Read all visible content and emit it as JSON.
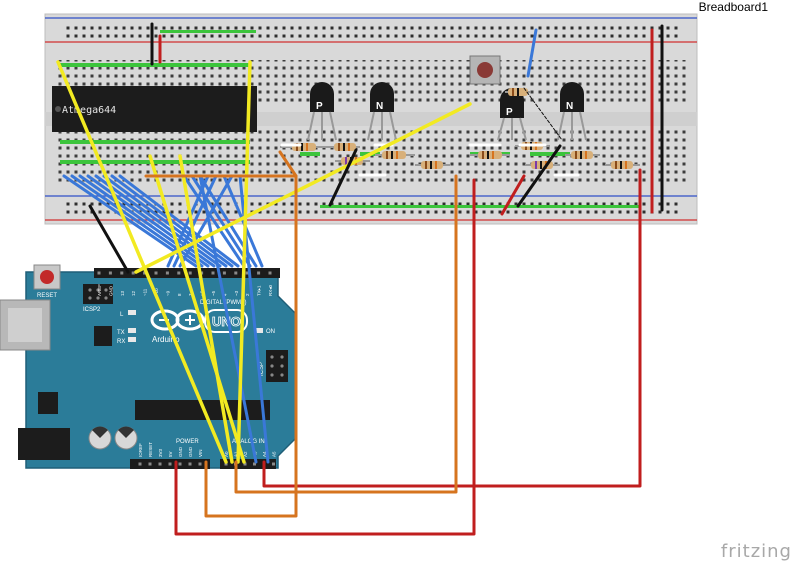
{
  "breadboard": {
    "title": "Breadboard1"
  },
  "chip": {
    "label": "Atmega644"
  },
  "transistors": [
    {
      "label": "P"
    },
    {
      "label": "N"
    },
    {
      "label": "P"
    },
    {
      "label": "N"
    }
  ],
  "arduino": {
    "reset_label": "RESET",
    "icsp2_label": "ICSP2",
    "brand_label": "Arduino",
    "model_label": "UNO",
    "digital_label": "DIGITAL (PWM~)",
    "led_l": "L",
    "led_tx": "TX",
    "led_rx": "RX",
    "on_label": "ON",
    "icsp_label": "ICSP",
    "power_label": "POWER",
    "analog_label": "ANALOG IN",
    "power_pins": [
      "IOREF",
      "RESET",
      "3V3",
      "5V",
      "GND",
      "GND",
      "VIN"
    ],
    "analog_pins": [
      "A0",
      "A1",
      "A2",
      "A3",
      "A4",
      "A5"
    ],
    "header_pins": [
      "AREF",
      "GND",
      "13",
      "12",
      "~11",
      "~10",
      "~9",
      "8",
      "7",
      "~6",
      "~5",
      "4",
      "~3",
      "2",
      "TX▸1",
      "RX◂0"
    ]
  },
  "watermark": "fritzing",
  "colors": {
    "board_teal": "#2b7c99",
    "breadboard": "#dcdcdc",
    "rail_red": "#d23030",
    "rail_blue": "#3050c8",
    "wire_yellow": "#f2ea22",
    "wire_blue": "#3a78d8",
    "wire_orange": "#d6741f",
    "wire_red": "#c01e1e",
    "wire_black": "#111111"
  }
}
